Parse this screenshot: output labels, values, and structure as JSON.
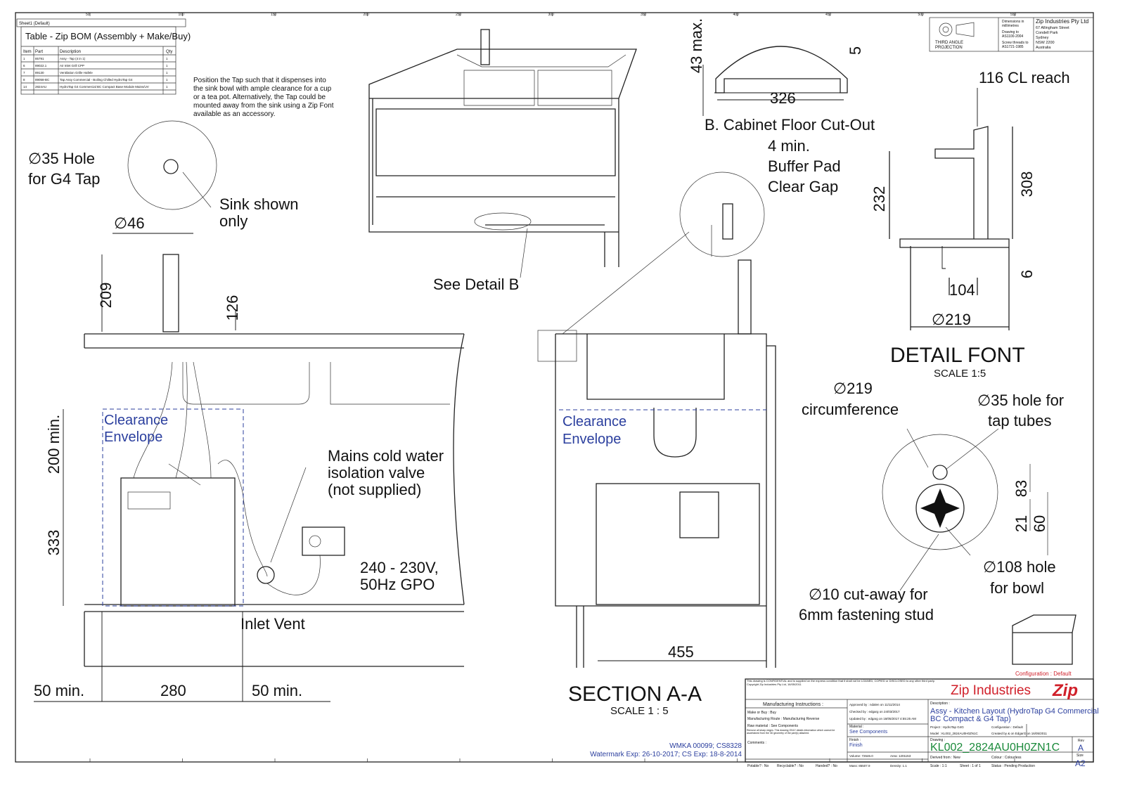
{
  "sheet": {
    "tab": "Sheet1 (Default)",
    "ruler_top": [
      "50",
      "100",
      "150",
      "200",
      "250",
      "300",
      "350",
      "400",
      "450",
      "500",
      "550"
    ]
  },
  "bom": {
    "title": "Table - Zip BOM (Assembly + Make/Buy)",
    "headers": [
      "Item",
      "Part",
      "Description",
      "Qty"
    ],
    "rows": [
      [
        "1",
        "85791",
        "Assy - Tap (4 in 1)",
        "1"
      ],
      [
        "6",
        "89022.1",
        "Air Inlet Grill CPP",
        "1"
      ],
      [
        "7",
        "89130",
        "Ventilation Grille Hafele",
        "1"
      ],
      [
        "8",
        "89058-BC",
        "Tap Assy Commercial - Boiling Chilled HydroTap G4",
        "1"
      ],
      [
        "14",
        "2824AU",
        "HydroTap G4 Commercial BC Compact Base Module Mains/UV",
        "1"
      ]
    ]
  },
  "notes": {
    "tap_position": [
      "Position the Tap such that it dispenses into",
      "the sink bowl with ample clearance for a cup",
      "or a tea pot. Alternatively, the Tap could be",
      "mounted away from the sink using a Zip Font",
      "available as an accessory."
    ]
  },
  "labels": {
    "hole_g4": [
      "∅35 Hole",
      "for G4 Tap"
    ],
    "sink_shown": [
      "Sink shown",
      "only"
    ],
    "d46": "∅46",
    "d209": "209",
    "d126": "126",
    "d200": "200 min.",
    "d333": "333",
    "clearance": [
      "Clearance",
      "Envelope"
    ],
    "mains": [
      "Mains cold water",
      "isolation valve",
      "(not supplied)"
    ],
    "gpo": [
      "240 - 230V,",
      "50Hz GPO"
    ],
    "inlet_vent": "Inlet Vent",
    "w50a": "50 min.",
    "w280": "280",
    "w50b": "50 min.",
    "see_detail_b": "See Detail B",
    "d43": "43 max.",
    "d5": "5",
    "d326": "326",
    "cutout": "B. Cabinet Floor Cut-Out",
    "buffer": [
      "4 min.",
      "Buffer Pad",
      "Clear Gap"
    ],
    "d455": "455",
    "section": "SECTION A-A",
    "section_scale": "SCALE 1 : 5",
    "reach": "116 CL reach",
    "d232": "232",
    "d308": "308",
    "d6": "6",
    "d104": "104",
    "d219": "∅219",
    "detail_font": "DETAIL FONT",
    "detail_scale": "SCALE 1:5",
    "circ": [
      "∅219",
      "circumference"
    ],
    "hole35": [
      "∅35 hole for",
      "tap tubes"
    ],
    "d83": "83",
    "d21": "21",
    "d60": "60",
    "hole108": [
      "∅108 hole",
      "for bowl"
    ],
    "cutaway": [
      "∅10 cut-away for",
      "6mm fastening stud"
    ],
    "watermark": [
      "WMKA 00099;  CS8328",
      "Watermark Exp: 26-10-2017;  CS Exp: 18-8-2014"
    ],
    "configuration": "Configuration : Default"
  },
  "projection": {
    "label": [
      "THIRD ANGLE",
      "PROJECTION"
    ],
    "units": [
      "Dimensions in",
      "millimetres"
    ],
    "drawing": [
      "Drawing to",
      "AS1100-2004"
    ],
    "threads": [
      "Screw threads to",
      "AS1721-1985"
    ]
  },
  "company": {
    "name": "Zip Industries Pty Ltd",
    "address": [
      "67 Allingham Street",
      "Condell Park",
      "Sydney",
      "NSW 2200",
      "Australia"
    ],
    "brand": "Zip Industries",
    "logo": "Zip",
    "brand_color": "#d0202a"
  },
  "title_block": {
    "confidential": "This drawing is CONFIDENTIAL and is supplied on the express condition that it shall not be LOANED, COPIED or DISCLOSED to any other third party. Copyright Zip Industries Pty Ltd, 16/05/2011",
    "mfg_title": "Manufacturing Instructions :",
    "make_buy": "Make or Buy :  Buy",
    "route": "Manufacturing Route :  Manufacturing Reverse",
    "raw": "Raw material :  See Components",
    "remove_edges": "Remove all sharp edges. This drawing ONLY details information which cannot be ascertained from the 3D geometry of the part(s) attached.",
    "comments": "Comments :",
    "potable": "Potable? : No",
    "recyclable": "Recyclable? : No",
    "handed": "Handed? : No",
    "approved": "Approved by :  ndalen on 11/11/2014",
    "checked": "Checked by :  edgarg on 24/03/2017",
    "updated": "Updated by :  edgarg on 18/05/2017 4:55:25 AM",
    "material_label": "Material :",
    "material": "See Components",
    "finish_label": "Finish :",
    "finish": "Finish",
    "volume": "Volume: 72646.0",
    "area": "Area: 1201153",
    "mass": "Mass: 85507.9",
    "density": "Density: 1.1",
    "description_label": "Description :",
    "description": [
      "Assy - Kitchen Layout (HydroTap G4 Commercial",
      "BC Compact & G4 Tap)"
    ],
    "project": "Project : HydroTap G4G",
    "model": "Model : KL002_2824AU0H0ZN1C",
    "config": "Configuration :  Default",
    "created": "Created by & on  EdgarG on 16/05/2011",
    "drawing_label": "Drawing :",
    "drawing_no": "KL002_2824AU0H0ZN1C",
    "rev_label": "Rev",
    "rev": "A",
    "derived": "Derived from :  New",
    "colour": "Colour :  Colourless",
    "scale": "Scale :  1:1",
    "sheet": "Sheet : 1 of 1",
    "status": "Status :  Pending Production",
    "size_label": "Size",
    "size": "A2"
  }
}
